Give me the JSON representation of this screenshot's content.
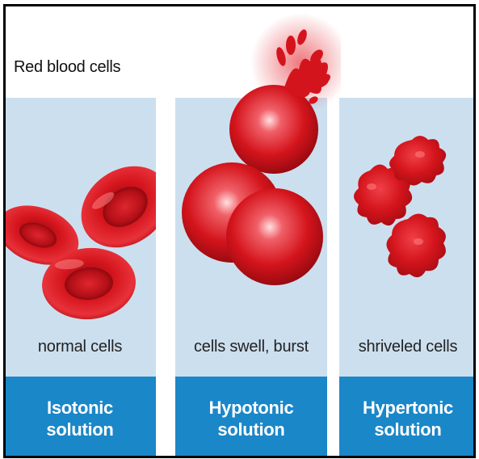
{
  "title": "Red blood cells",
  "panels": [
    {
      "caption": "normal cells",
      "solution_line1": "Isotonic",
      "solution_line2": "solution"
    },
    {
      "caption": "cells swell, burst",
      "solution_line1": "Hypotonic",
      "solution_line2": "solution"
    },
    {
      "caption": "shriveled cells",
      "solution_line1": "Hypertonic",
      "solution_line2": "solution"
    }
  ],
  "colors": {
    "panel_bg": "#ccdfef",
    "band": "#1a87c8",
    "cell_red": "#d4141c"
  }
}
